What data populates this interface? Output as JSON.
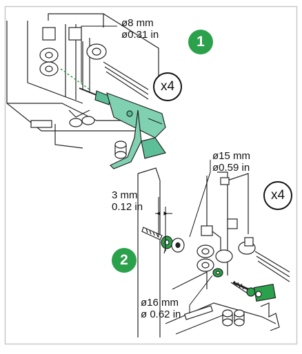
{
  "step1": {
    "number": "1",
    "hole_diameter_mm": "ø8 mm",
    "hole_diameter_in": "ø0.31 in",
    "quantity": "x4"
  },
  "step2": {
    "number": "2",
    "washer_diameter_mm": "ø15 mm",
    "washer_diameter_in": "ø0.59 in",
    "gap_mm": "3 mm",
    "gap_in": "0.12 in",
    "head_diameter_mm": "ø16 mm",
    "head_diameter_in": "ø 0.62 in",
    "quantity": "x4"
  },
  "colors": {
    "accent_green": "#2ba14b",
    "drill_green": "#7fd1b1",
    "frame_border": "#c8c8c8",
    "line": "#111111"
  },
  "icons": [
    "drill-icon",
    "screw-icon",
    "washer-icon",
    "wall-plug-icon"
  ]
}
